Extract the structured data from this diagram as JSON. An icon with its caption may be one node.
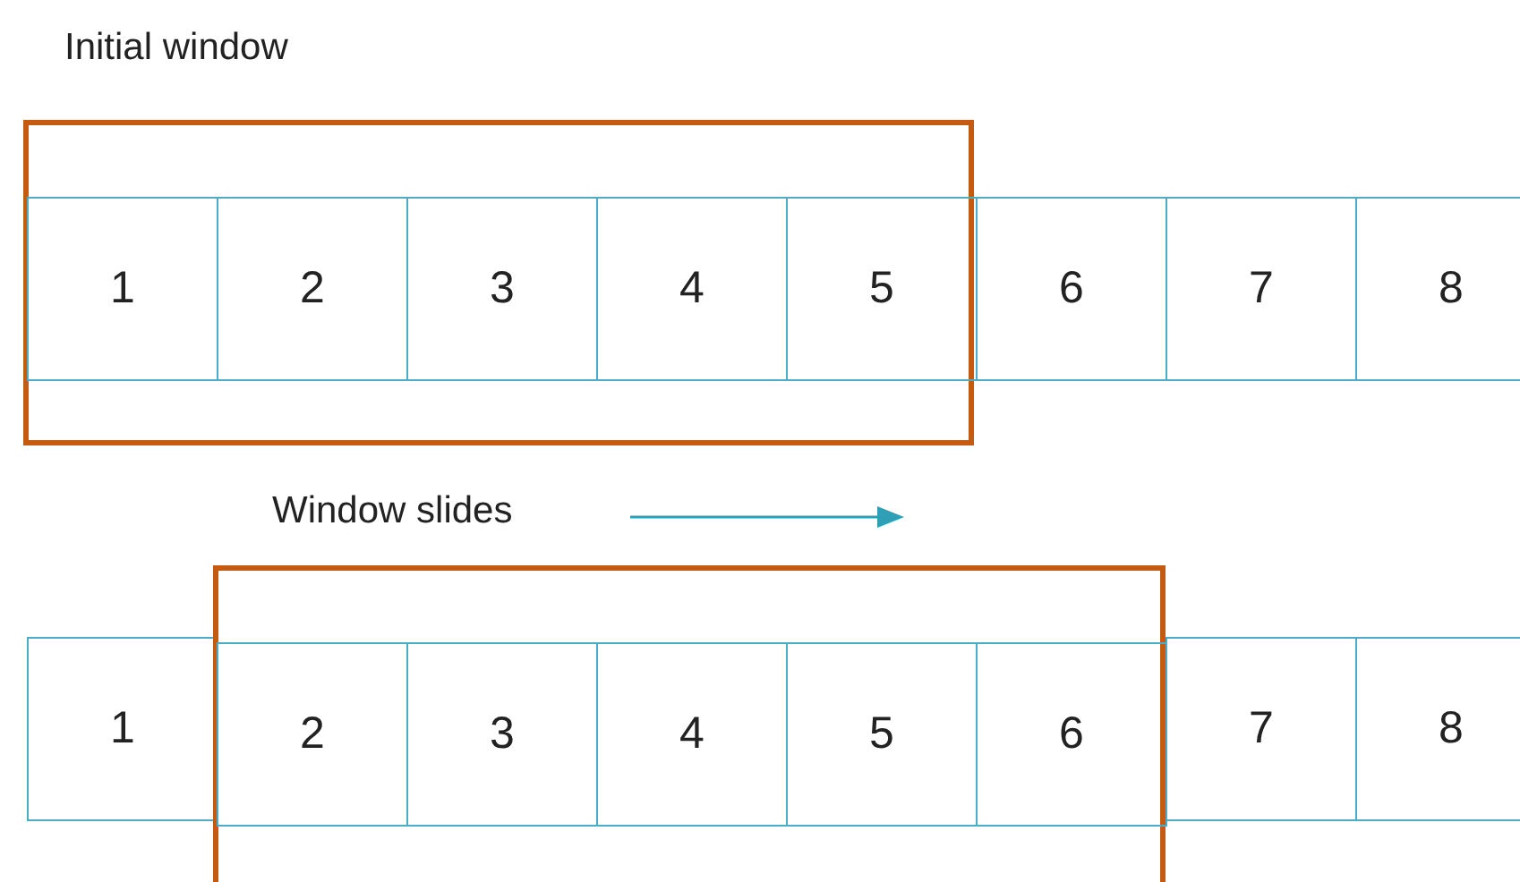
{
  "diagram": {
    "nodes": [
      {
        "text": [
          "Initial window"
        ]
      },
      {
        "text": [
          "1"
        ],
        "in": 0
      },
      {
        "text": [
          "2"
        ],
        "in": 0
      },
      {
        "text": [
          "3"
        ],
        "in": 0
      },
      {
        "text": [
          "4"
        ],
        "in": 0
      },
      {
        "text": [
          "5"
        ],
        "in": 0
      },
      {
        "text": [
          "6"
        ]
      },
      {
        "text": [
          "7"
        ]
      },
      {
        "text": [
          "8"
        ]
      },
      {
        "text": [
          "1"
        ]
      },
      {
        "text": [],
        "shape": "box"
      },
      {
        "text": [
          "2"
        ],
        "in": 10
      },
      {
        "text": [
          "3"
        ],
        "in": 10
      },
      {
        "text": [
          "4"
        ],
        "in": 10
      },
      {
        "text": [
          "5"
        ],
        "in": 10
      },
      {
        "text": [
          "6"
        ],
        "in": 10
      },
      {
        "text": [
          "7"
        ]
      },
      {
        "text": [
          "8"
        ]
      }
    ],
    "edges": [],
    "labels": [
      "Window slides"
    ]
  }
}
